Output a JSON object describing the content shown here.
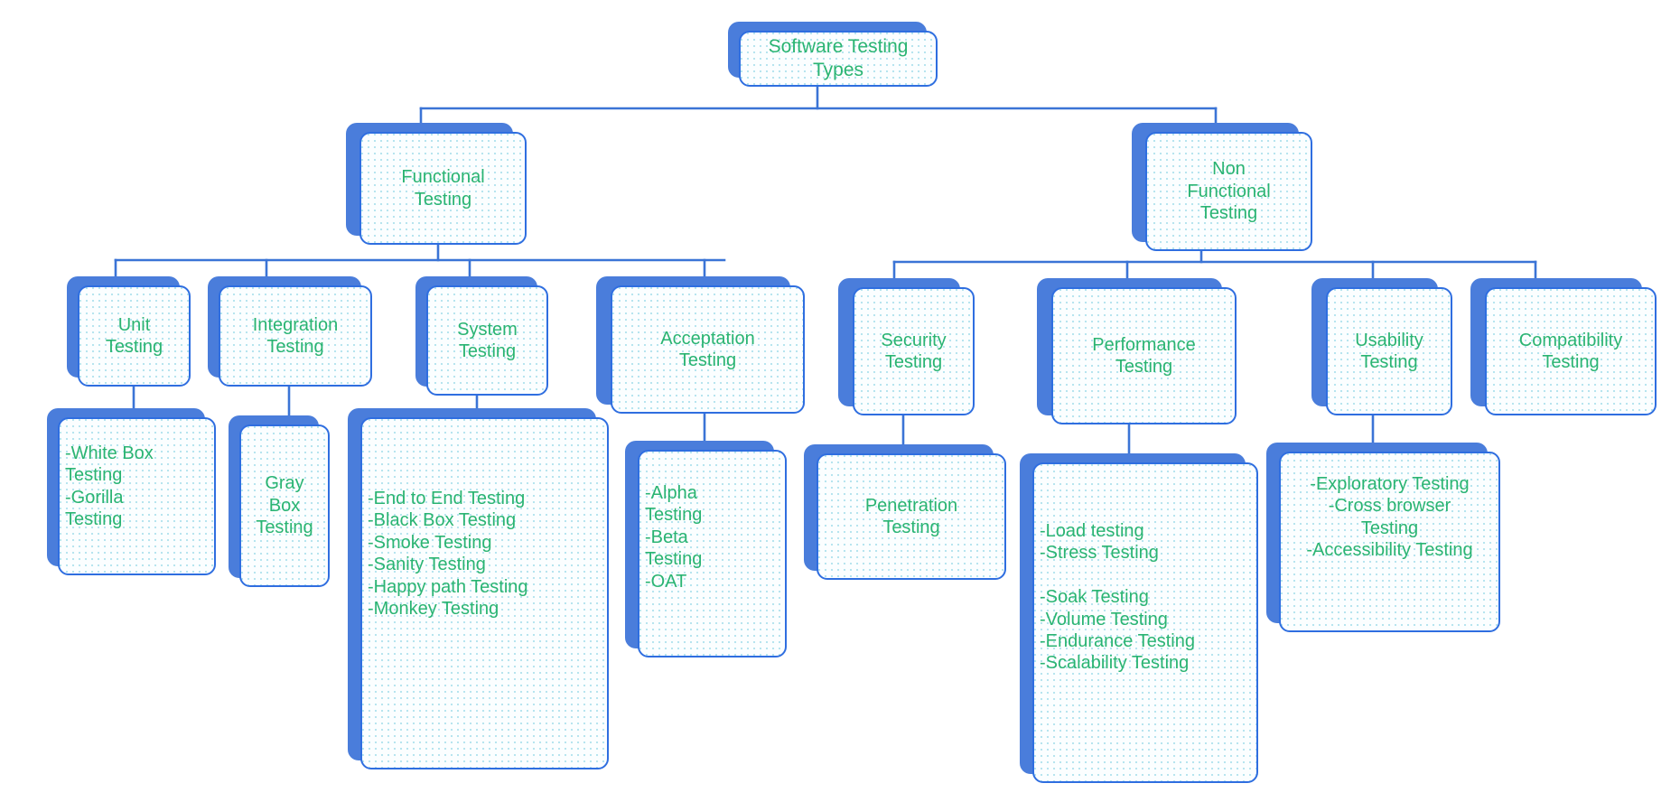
{
  "diagram": {
    "title": "Software Testing Types",
    "colors": {
      "node_border": "#2f6ee0",
      "node_shadow": "#4a7ddb",
      "node_fill": "#fbfeff",
      "text": "#2ab472",
      "connector": "#3b74d6"
    }
  },
  "nodes": {
    "root": {
      "label": "Software Testing Types"
    },
    "functional": {
      "label": "Functional\nTesting"
    },
    "non_functional": {
      "label": "Non\nFunctional\nTesting"
    },
    "unit": {
      "label": "Unit\nTesting"
    },
    "integration": {
      "label": "Integration\nTesting"
    },
    "system": {
      "label": "System\nTesting"
    },
    "acceptation": {
      "label": "Acceptation\nTesting"
    },
    "security": {
      "label": "Security\nTesting"
    },
    "performance": {
      "label": "Performance\nTesting"
    },
    "usability": {
      "label": "Usability\nTesting"
    },
    "compatibility": {
      "label": "Compatibility\nTesting"
    },
    "unit_details": {
      "label": "-White Box\nTesting\n-Gorilla\nTesting"
    },
    "integration_details": {
      "label": "Gray\nBox\nTesting"
    },
    "system_details": {
      "label": "-End to End Testing\n-Black Box Testing\n-Smoke Testing\n-Sanity Testing\n-Happy path Testing\n-Monkey Testing"
    },
    "acceptation_details": {
      "label": "-Alpha\nTesting\n-Beta\nTesting\n -OAT"
    },
    "security_details": {
      "label": "Penetration\nTesting"
    },
    "performance_details": {
      "label": "-Load testing\n-Stress Testing\n\n-Soak Testing\n-Volume Testing\n-Endurance Testing\n-Scalability Testing"
    },
    "usability_details": {
      "label": "-Exploratory Testing\n-Cross browser\nTesting\n-Accessibility Testing"
    }
  },
  "tree": {
    "root": "Software Testing Types",
    "children": [
      {
        "label": "Functional Testing",
        "children": [
          {
            "label": "Unit Testing",
            "children": [
              {
                "label": "-White Box Testing -Gorilla Testing"
              }
            ]
          },
          {
            "label": "Integration Testing",
            "children": [
              {
                "label": "Gray Box Testing"
              }
            ]
          },
          {
            "label": "System Testing",
            "children": [
              {
                "label": "-End to End Testing -Black Box Testing -Smoke Testing -Sanity Testing -Happy path Testing -Monkey Testing"
              }
            ]
          },
          {
            "label": "Acceptation Testing",
            "children": [
              {
                "label": "-Alpha Testing -Beta Testing -OAT"
              }
            ]
          }
        ]
      },
      {
        "label": "Non Functional Testing",
        "children": [
          {
            "label": "Security Testing",
            "children": [
              {
                "label": "Penetration Testing"
              }
            ]
          },
          {
            "label": "Performance Testing",
            "children": [
              {
                "label": "-Load testing -Stress Testing -Soak Testing -Volume Testing -Endurance Testing -Scalability Testing"
              }
            ]
          },
          {
            "label": "Usability Testing",
            "children": [
              {
                "label": "-Exploratory Testing -Cross browser Testing -Accessibility Testing"
              }
            ]
          },
          {
            "label": "Compatibility Testing",
            "children": []
          }
        ]
      }
    ]
  }
}
